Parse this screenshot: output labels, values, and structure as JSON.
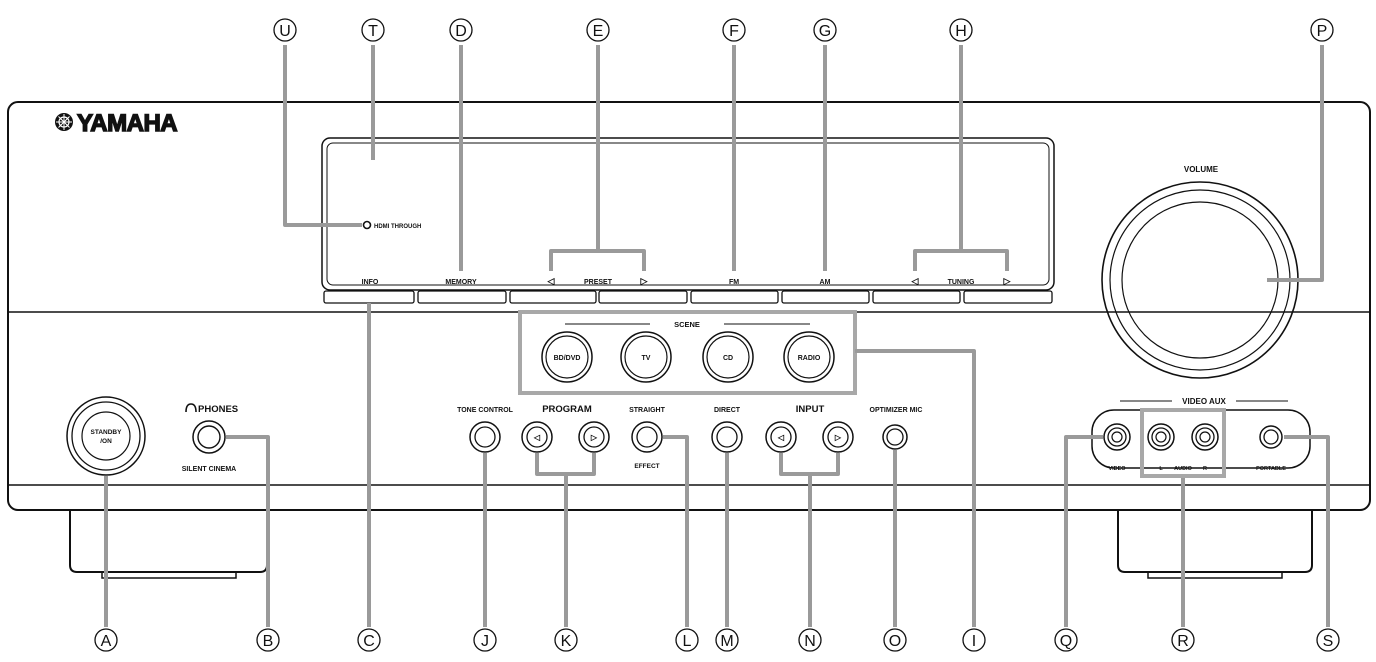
{
  "brand": {
    "logo_text": "YAMAHA"
  },
  "display": {
    "hdmi_through": "HDMI THROUGH",
    "info": "INFO",
    "memory": "MEMORY",
    "preset": "PRESET",
    "fm": "FM",
    "am": "AM",
    "tuning": "TUNING",
    "left_arrow": "◁",
    "right_arrow": "▷"
  },
  "volume": {
    "label": "VOLUME"
  },
  "scene": {
    "label": "SCENE",
    "buttons": [
      "BD/DVD",
      "TV",
      "CD",
      "RADIO"
    ]
  },
  "controls": {
    "standby_line1": "STANDBY",
    "standby_line2": "/ON",
    "phones": "PHONES",
    "silent_cinema": "SILENT CINEMA",
    "tone_control": "TONE CONTROL",
    "program": "PROGRAM",
    "straight": "STRAIGHT",
    "effect": "EFFECT",
    "direct": "DIRECT",
    "input": "INPUT",
    "optimizer_mic": "OPTIMIZER MIC",
    "btn_left": "◁",
    "btn_right": "▷"
  },
  "video_aux": {
    "label": "VIDEO AUX",
    "video": "VIDEO",
    "l": "L",
    "audio": "AUDIO",
    "r": "R",
    "portable": "PORTABLE"
  },
  "callouts": [
    "A",
    "B",
    "C",
    "D",
    "E",
    "F",
    "G",
    "H",
    "I",
    "J",
    "K",
    "L",
    "M",
    "N",
    "O",
    "P",
    "Q",
    "R",
    "S",
    "T",
    "U"
  ],
  "colors": {
    "line": "#111111",
    "callout_line": "#9a9a9a",
    "panel": "#ffffff"
  }
}
